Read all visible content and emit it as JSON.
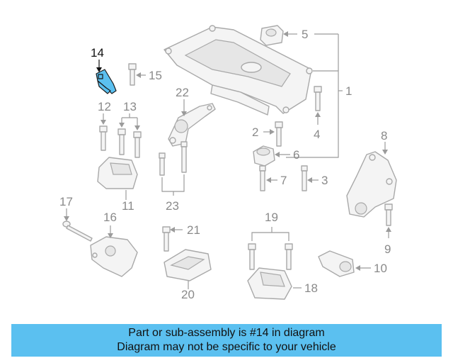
{
  "callouts": {
    "c1": "1",
    "c2": "2",
    "c3": "3",
    "c4": "4",
    "c5": "5",
    "c6": "6",
    "c7": "7",
    "c8": "8",
    "c9": "9",
    "c10": "10",
    "c11": "11",
    "c12": "12",
    "c13": "13",
    "c14": "14",
    "c15": "15",
    "c16": "16",
    "c17": "17",
    "c18": "18",
    "c19": "19",
    "c20": "20",
    "c21": "21",
    "c22": "22",
    "c23": "23"
  },
  "highlighted_part": "14",
  "colors": {
    "highlight": "#5bc0f0",
    "line_art": "#a9a9a9",
    "callout_text": "#8a8a8a"
  },
  "caption": {
    "line1": "Part or sub-assembly is #14 in diagram",
    "line2": "Diagram may not be specific to your vehicle"
  }
}
